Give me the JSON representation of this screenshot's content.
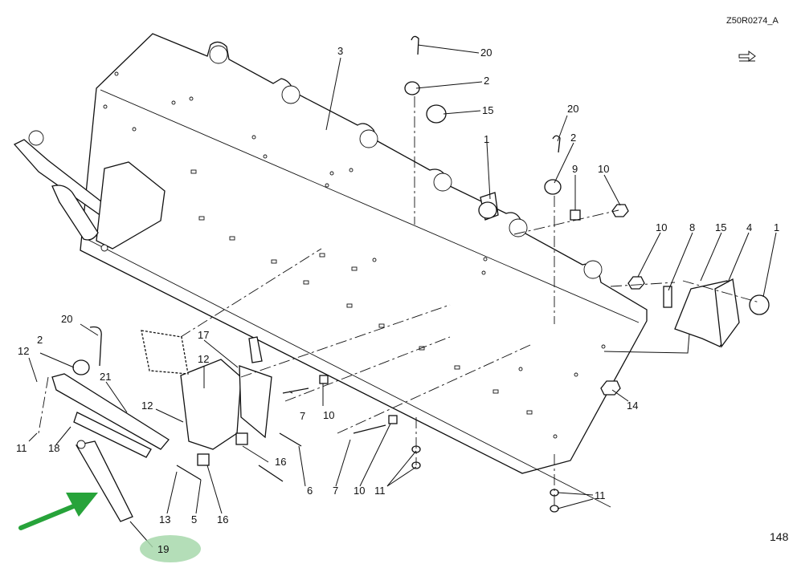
{
  "doc": {
    "ref_code": "Z50R0274_A",
    "page_number": "148"
  },
  "colors": {
    "arrow": "#27a33a",
    "highlight": "#a7d8ac",
    "ink": "#111111"
  },
  "icons": {
    "reference": "book-pointer-icon"
  },
  "callouts": [
    {
      "id": "c-3",
      "text": "3"
    },
    {
      "id": "c-20a",
      "text": "20"
    },
    {
      "id": "c-2a",
      "text": "2"
    },
    {
      "id": "c-15a",
      "text": "15"
    },
    {
      "id": "c-1a",
      "text": "1"
    },
    {
      "id": "c-20b",
      "text": "20"
    },
    {
      "id": "c-2b",
      "text": "2"
    },
    {
      "id": "c-9",
      "text": "9"
    },
    {
      "id": "c-10a",
      "text": "10"
    },
    {
      "id": "c-10b",
      "text": "10"
    },
    {
      "id": "c-8",
      "text": "8"
    },
    {
      "id": "c-15b",
      "text": "15"
    },
    {
      "id": "c-4",
      "text": "4"
    },
    {
      "id": "c-1b",
      "text": "1"
    },
    {
      "id": "c-14",
      "text": "14"
    },
    {
      "id": "c-17",
      "text": "17"
    },
    {
      "id": "c-20c",
      "text": "20"
    },
    {
      "id": "c-2c",
      "text": "2"
    },
    {
      "id": "c-12a",
      "text": "12"
    },
    {
      "id": "c-12b",
      "text": "12"
    },
    {
      "id": "c-21",
      "text": "21"
    },
    {
      "id": "c-12c",
      "text": "12"
    },
    {
      "id": "c-7a",
      "text": "7"
    },
    {
      "id": "c-10c",
      "text": "10"
    },
    {
      "id": "c-11a",
      "text": "11"
    },
    {
      "id": "c-18",
      "text": "18"
    },
    {
      "id": "c-16a",
      "text": "16"
    },
    {
      "id": "c-16b",
      "text": "16"
    },
    {
      "id": "c-6",
      "text": "6"
    },
    {
      "id": "c-13",
      "text": "13"
    },
    {
      "id": "c-5",
      "text": "5"
    },
    {
      "id": "c-7b",
      "text": "7"
    },
    {
      "id": "c-10d",
      "text": "10"
    },
    {
      "id": "c-11b",
      "text": "11"
    },
    {
      "id": "c-11c",
      "text": "11"
    },
    {
      "id": "c-19",
      "text": "19"
    }
  ]
}
